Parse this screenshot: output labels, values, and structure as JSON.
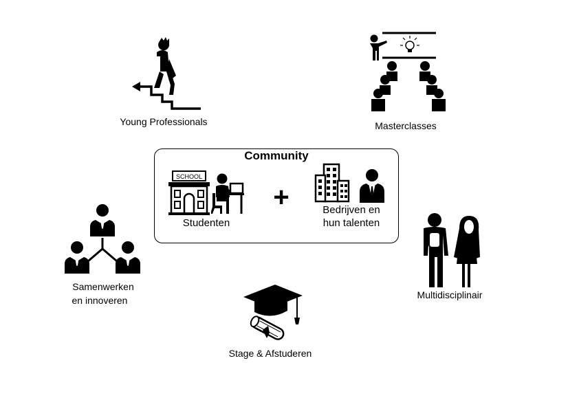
{
  "nodes": {
    "young_professionals": "Young Professionals",
    "masterclasses": "Masterclasses",
    "samenwerken_line1": "Samenwerken",
    "samenwerken_line2": "en innoveren",
    "stage": "Stage & Afstuderen",
    "multidisciplinair": "Multidisciplinair"
  },
  "community": {
    "title": "Community",
    "school_sign": "SCHOOL",
    "studenten": "Studenten",
    "plus": "+",
    "bedrijven_line1": "Bedrijven en",
    "bedrijven_line2": "hun talenten"
  }
}
